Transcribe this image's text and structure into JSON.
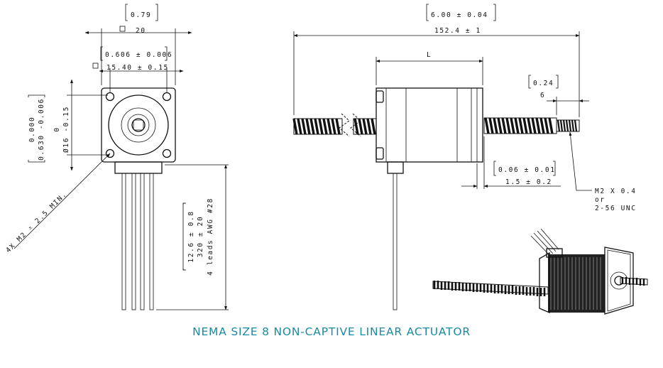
{
  "caption": "NEMA SIZE 8 NON-CAPTIVE LINEAR ACTUATOR",
  "colors": {
    "caption": "#1a8aa3",
    "ink": "#111111"
  },
  "front_view": {
    "flange_in": "0.79",
    "flange_mm": "20",
    "bolt_in": "0.606 ± 0.006",
    "bolt_mm": "15.40 ± 0.15",
    "pilot_in_top": "0.000",
    "pilot_in_bottom": "0.630 -0.006",
    "pilot_mm_top": "0",
    "pilot_mm_bottom": "Ø16 -0.15",
    "holes": "4X M2 ⩡ 2.5 MIN.",
    "lead_in": "12.6 ± 0.8",
    "lead_mm": "320 ± 20",
    "lead_desc": "4 leads AWG #28"
  },
  "side_view": {
    "screw_in": "6.00 ± 0.04",
    "screw_mm": "152.4 ± 1",
    "body_len": "L",
    "end_in": "0.24",
    "end_mm": "6",
    "shoulder_in": "0.06 ± 0.01",
    "shoulder_mm": "1.5 ± 0.2",
    "thread_1": "M2 X 0.4",
    "thread_2": "or",
    "thread_3": "2-56 UNC"
  }
}
